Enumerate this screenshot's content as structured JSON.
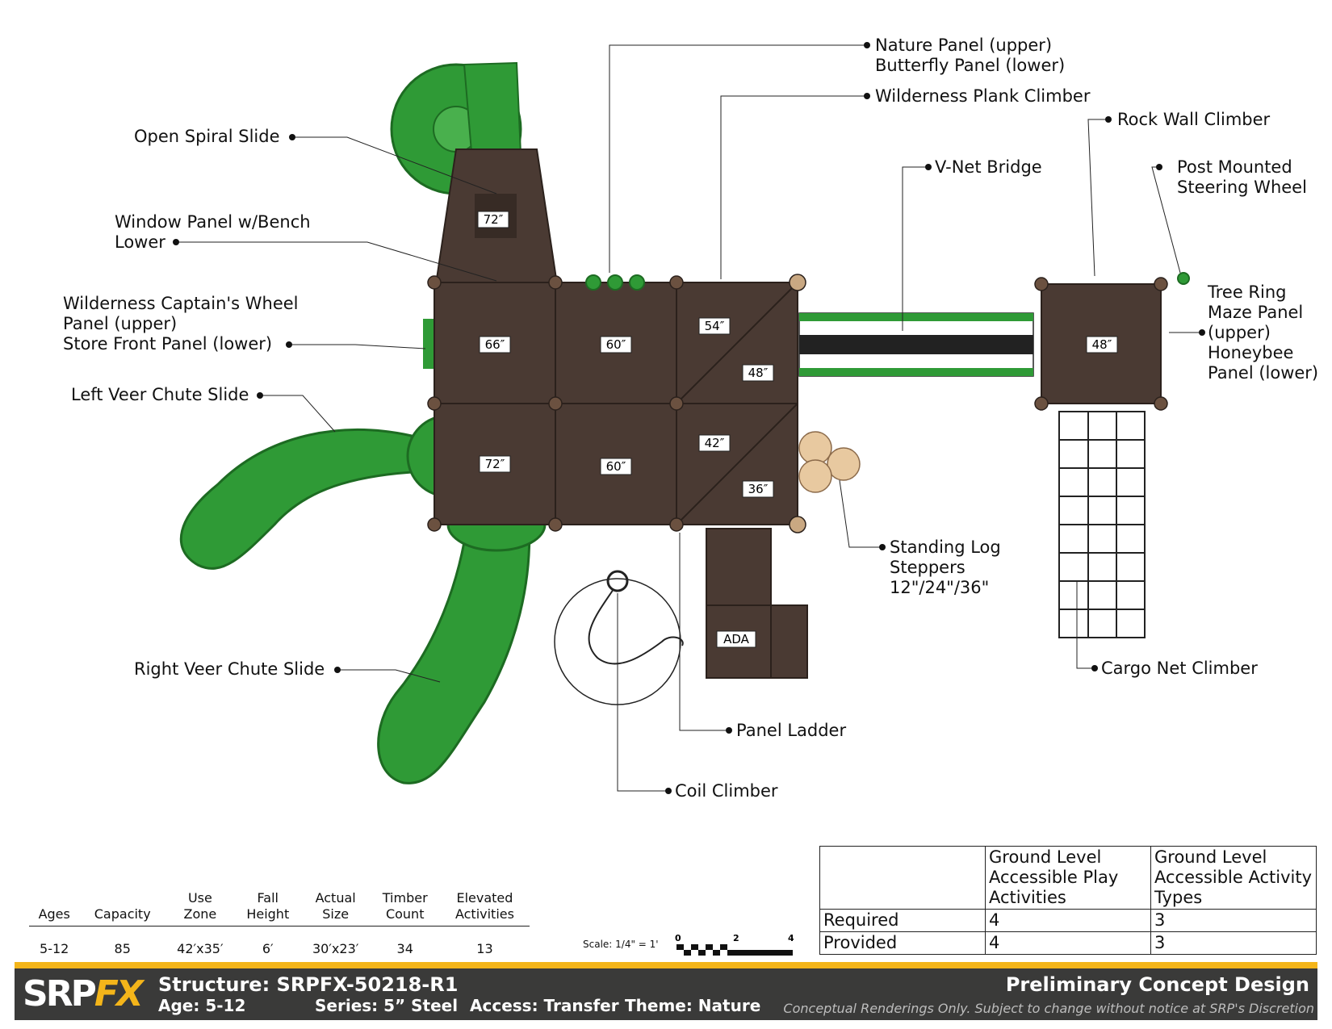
{
  "colors": {
    "deck": "#4a3a33",
    "slide": "#2f9a36",
    "slide_dark": "#1d6b22",
    "frame": "#3aa43f",
    "post": "#6b5140",
    "log": "#e8c9a0",
    "accent": "#f4b51a",
    "footer_bg": "#3a3a39"
  },
  "callouts": {
    "open_spiral_slide": "Open Spiral Slide",
    "window_panel": "Window Panel w/Bench\nLower",
    "captains_wheel": "Wilderness Captain's Wheel\nPanel (upper)\nStore Front Panel (lower)",
    "left_veer": "Left Veer Chute Slide",
    "right_veer": "Right Veer Chute Slide",
    "nature_panel": "Nature Panel (upper)\nButterfly Panel (lower)",
    "plank_climber": "Wilderness Plank Climber",
    "vnet_bridge": "V-Net Bridge",
    "rock_wall": "Rock Wall Climber",
    "steering_wheel": "Post Mounted\nSteering Wheel",
    "tree_ring": "Tree Ring\nMaze Panel\n(upper)\nHoneybee\nPanel (lower)",
    "log_steppers": "Standing Log\nSteppers\n12\"/24\"/36\"",
    "cargo_net": "Cargo Net Climber",
    "panel_ladder": "Panel Ladder",
    "coil_climber": "Coil Climber"
  },
  "deck_heights": [
    "72″",
    "66″",
    "60″",
    "54″",
    "48″",
    "72″",
    "60″",
    "42″",
    "36″",
    "48″",
    "ADA"
  ],
  "stats": {
    "headers": [
      "Ages",
      "Capacity",
      "Use\nZone",
      "Fall\nHeight",
      "Actual\nSize",
      "Timber\nCount",
      "Elevated\nActivities"
    ],
    "values": [
      "5-12",
      "85",
      "42′x35′",
      "6′",
      "30′x23′",
      "34",
      "13"
    ]
  },
  "scale": {
    "label": "Scale: 1/4\" = 1'",
    "marks": [
      "0",
      "2",
      "4"
    ]
  },
  "accessibility": {
    "col1": "Ground Level\nAccessible Play\nActivities",
    "col2": "Ground Level\nAccessible Activity\nTypes",
    "rows": [
      {
        "label": "Required",
        "a": "4",
        "b": "3"
      },
      {
        "label": "Provided",
        "a": "4",
        "b": "3"
      }
    ]
  },
  "footer": {
    "logo_a": "SRP",
    "logo_b": "FX",
    "structure": "Structure: SRPFX-50218-R1",
    "age": "Age: 5-12",
    "series": "Series: 5” Steel",
    "access": "Access: Transfer",
    "theme": "Theme: Nature",
    "title": "Preliminary Concept Design",
    "disclaimer": "Conceptual Renderings Only. Subject to change without notice at SRP's Discretion"
  }
}
